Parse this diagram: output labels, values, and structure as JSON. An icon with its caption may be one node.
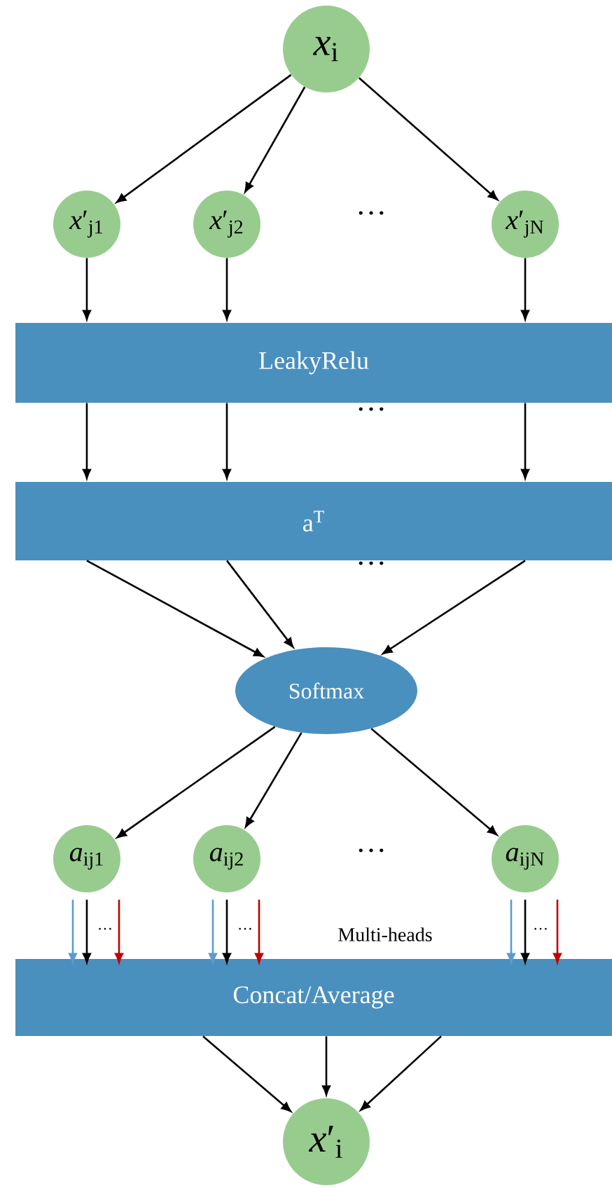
{
  "diagram": {
    "nodes": [
      {
        "text": [
          "*x*$_{i}$"
        ]
      },
      {
        "text": [
          "*x*′$_{j1}$"
        ]
      },
      {
        "text": [
          "*x*′$_{j2}$"
        ]
      },
      {
        "text": [
          "*x*′$_{jN}$"
        ]
      },
      {
        "text": [
          "LeakyRelu"
        ]
      },
      {
        "text": [
          "a$^{T}$"
        ]
      },
      {
        "text": [
          "Softmax"
        ]
      },
      {
        "text": [
          "*a*$_{ij1}$"
        ]
      },
      {
        "text": [
          "*a*$_{ij2}$"
        ]
      },
      {
        "text": [
          "*a*$_{ijN}$"
        ]
      },
      {
        "text": [
          "Concat/Average"
        ]
      },
      {
        "text": [
          "*x*′$_{i}$"
        ]
      }
    ],
    "edges": [
      {
        "from": 0,
        "to": 1,
        "arrow": "to"
      },
      {
        "from": 0,
        "to": 2,
        "arrow": "to"
      },
      {
        "from": 0,
        "to": 3,
        "arrow": "to"
      },
      {
        "from": 1,
        "to": 4,
        "arrow": "to"
      },
      {
        "from": 2,
        "to": 4,
        "arrow": "to"
      },
      {
        "from": 3,
        "to": 4,
        "arrow": "to"
      },
      {
        "from": 4,
        "to": 5,
        "arrow": "to"
      },
      {
        "from": 4,
        "to": 5,
        "arrow": "to"
      },
      {
        "from": 4,
        "to": 5,
        "arrow": "to"
      },
      {
        "from": 5,
        "to": 6,
        "arrow": "to"
      },
      {
        "from": 5,
        "to": 6,
        "arrow": "to"
      },
      {
        "from": 5,
        "to": 6,
        "arrow": "to"
      },
      {
        "from": 6,
        "to": 7,
        "arrow": "to"
      },
      {
        "from": 6,
        "to": 8,
        "arrow": "to"
      },
      {
        "from": 6,
        "to": 9,
        "arrow": "to"
      },
      {
        "from": 7,
        "to": 10,
        "arrow": "to",
        "color": "#5b9bd5"
      },
      {
        "from": 7,
        "to": 10,
        "arrow": "to"
      },
      {
        "from": 7,
        "to": 10,
        "arrow": "to",
        "color": "#c00000"
      },
      {
        "from": 8,
        "to": 10,
        "arrow": "to",
        "color": "#5b9bd5"
      },
      {
        "from": 8,
        "to": 10,
        "arrow": "to"
      },
      {
        "from": 8,
        "to": 10,
        "arrow": "to",
        "color": "#c00000"
      },
      {
        "from": 9,
        "to": 10,
        "arrow": "to",
        "color": "#5b9bd5"
      },
      {
        "from": 9,
        "to": 10,
        "arrow": "to"
      },
      {
        "from": 9,
        "to": 10,
        "arrow": "to",
        "color": "#c00000"
      },
      {
        "from": 10,
        "to": 11,
        "arrow": "to"
      },
      {
        "from": 10,
        "to": 11,
        "arrow": "to"
      },
      {
        "from": 10,
        "to": 11,
        "arrow": "to"
      }
    ],
    "labels": [
      "…",
      "…",
      "…",
      "…",
      "…",
      "…",
      "Multi-heads",
      "…"
    ]
  }
}
